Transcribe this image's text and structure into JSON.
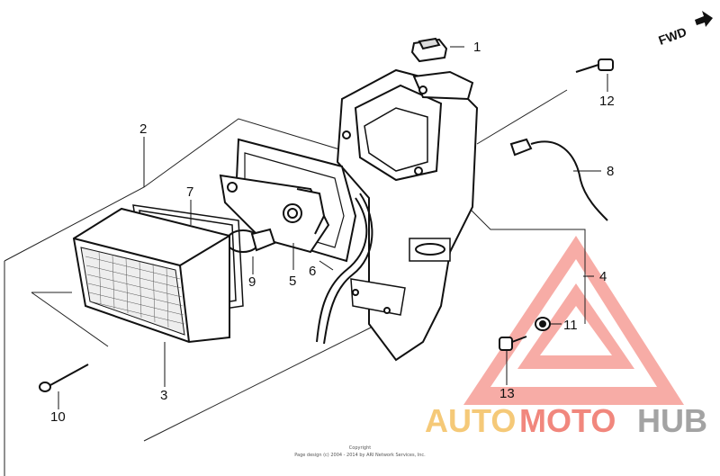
{
  "diagram": {
    "callouts": [
      {
        "id": "1",
        "label": "1"
      },
      {
        "id": "2",
        "label": "2"
      },
      {
        "id": "3",
        "label": "3"
      },
      {
        "id": "4",
        "label": "4"
      },
      {
        "id": "5",
        "label": "5"
      },
      {
        "id": "6",
        "label": "6"
      },
      {
        "id": "7",
        "label": "7"
      },
      {
        "id": "8",
        "label": "8"
      },
      {
        "id": "9",
        "label": "9"
      },
      {
        "id": "10",
        "label": "10"
      },
      {
        "id": "11",
        "label": "11"
      },
      {
        "id": "12",
        "label": "12"
      },
      {
        "id": "13",
        "label": "13"
      }
    ],
    "direction_label": "FWD",
    "copyright_line1": "Copyright",
    "copyright_line2": "Page design (c) 2004 - 2014 by ARI Network Services, Inc."
  },
  "watermark": {
    "part1": "AUTO",
    "part2": "MOTO",
    "part3": "HUB",
    "colors": {
      "auto": "#f5c46a",
      "moto": "#f07b70",
      "hub": "#9a9a9a",
      "triangle": "#f26a5e"
    }
  }
}
